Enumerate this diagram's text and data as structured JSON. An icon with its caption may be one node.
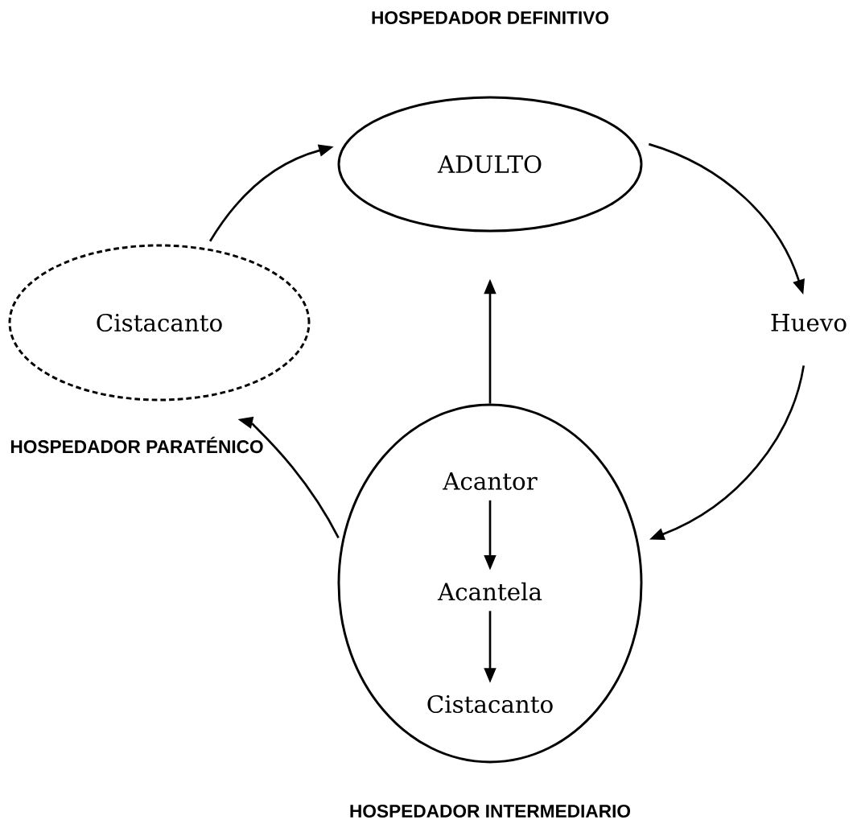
{
  "diagram": {
    "nodes": [
      {
        "text": [
          "ADULTO"
        ]
      },
      {
        "text": [
          "Huevo"
        ]
      },
      {
        "text": [],
        "shape": "circle",
        "beside": [
          "HOSPEDADOR INTERMEDIARIO"
        ]
      },
      {
        "text": [
          "Acantor"
        ],
        "in": 2
      },
      {
        "text": [
          "Acantela"
        ],
        "in": 2
      },
      {
        "text": [
          "Cistacanto"
        ],
        "in": 2
      },
      {
        "text": [
          "Cistacanto"
        ],
        "beside": [
          "HOSPEDADOR PARATÉNICO"
        ]
      }
    ],
    "edges": [
      {
        "from": 0,
        "to": 1,
        "arrow": "to"
      },
      {
        "from": 1,
        "to": 2,
        "arrow": "to"
      },
      {
        "from": 2,
        "to": 0,
        "arrow": "to"
      },
      {
        "from": 3,
        "to": 4,
        "arrow": "to"
      },
      {
        "from": 4,
        "to": 5,
        "arrow": "to"
      },
      {
        "from": 2,
        "to": 6,
        "arrow": "to"
      },
      {
        "from": 6,
        "to": 0,
        "arrow": "to"
      }
    ],
    "labels": [
      "HOSPEDADOR DEFINITIVO"
    ]
  }
}
